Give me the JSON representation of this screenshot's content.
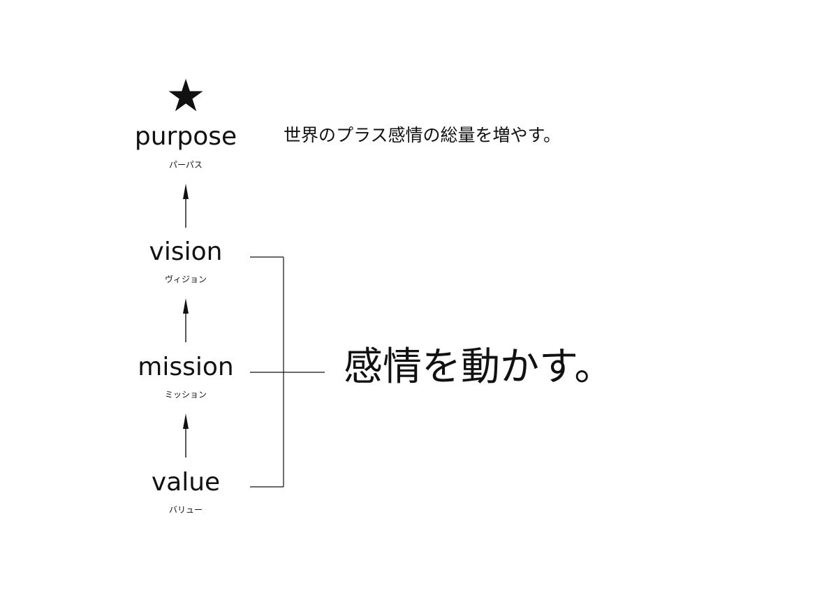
{
  "diagram": {
    "levels": [
      {
        "term": "purpose",
        "reading": "パーパス"
      },
      {
        "term": "vision",
        "reading": "ヴィジョン"
      },
      {
        "term": "mission",
        "reading": "ミッション"
      },
      {
        "term": "value",
        "reading": "バリュー"
      }
    ],
    "purpose_statement": "世界のプラス感情の総量を増やす。",
    "mission_statement": "感情を動かす。",
    "icons": {
      "top": "star-icon"
    }
  }
}
